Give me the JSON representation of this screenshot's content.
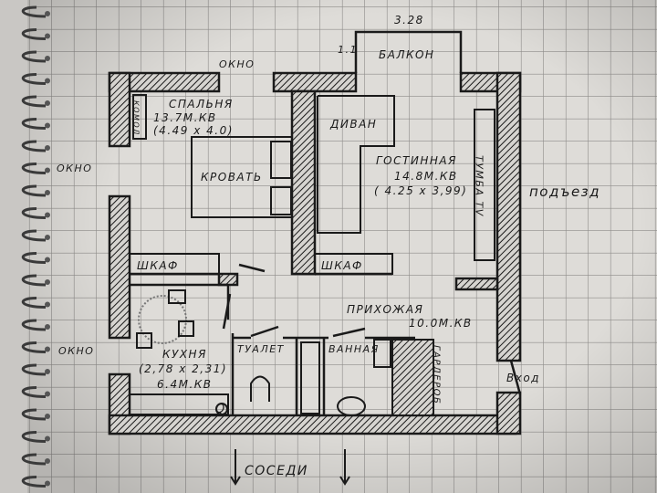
{
  "plan": {
    "dimensions": {
      "balcony_width": "3.28",
      "balcony_depth": "1.1"
    },
    "rooms": {
      "balcony": "БАЛКОН",
      "bedroom": {
        "name": "СПАЛЬНЯ",
        "area": "13.7М.КВ",
        "size": "(4.49 x 4.0)"
      },
      "living": {
        "name": "ГОСТИННАЯ",
        "area": "14.8М.КВ",
        "size": "( 4.25 x 3,99)"
      },
      "hall": {
        "name": "ПРИХОЖАЯ",
        "area": "10.0М.КВ"
      },
      "kitchen": {
        "name": "КУХНЯ",
        "size": "(2,78 x 2,31)",
        "area": "6.4М.КВ"
      },
      "toilet": "ТУАЛЕТ",
      "bath": "ВАННАЯ"
    },
    "furniture": {
      "dresser": "КОМОД",
      "bed": "КРОВАТЬ",
      "sofa": "ДИВАН",
      "tv_stand": "ТУМБА TV",
      "wardrobe_bedroom": "ШКАФ",
      "wardrobe_living": "ШКАФ",
      "closet": "ГАРДЕРОБ",
      "stove": "Q"
    },
    "surroundings": {
      "window_top": "ОКНО",
      "window_left": "ОКНО",
      "window_kitchen": "ОКНО",
      "stairwell": "подъезд",
      "entrance": "Вход",
      "neighbors": "СОСЕДИ"
    },
    "colors": {
      "paper": "#dedcd8",
      "grid": "#8e8c8a",
      "ink": "#1a1a1a",
      "hatch_fill": "#9a9896"
    }
  }
}
